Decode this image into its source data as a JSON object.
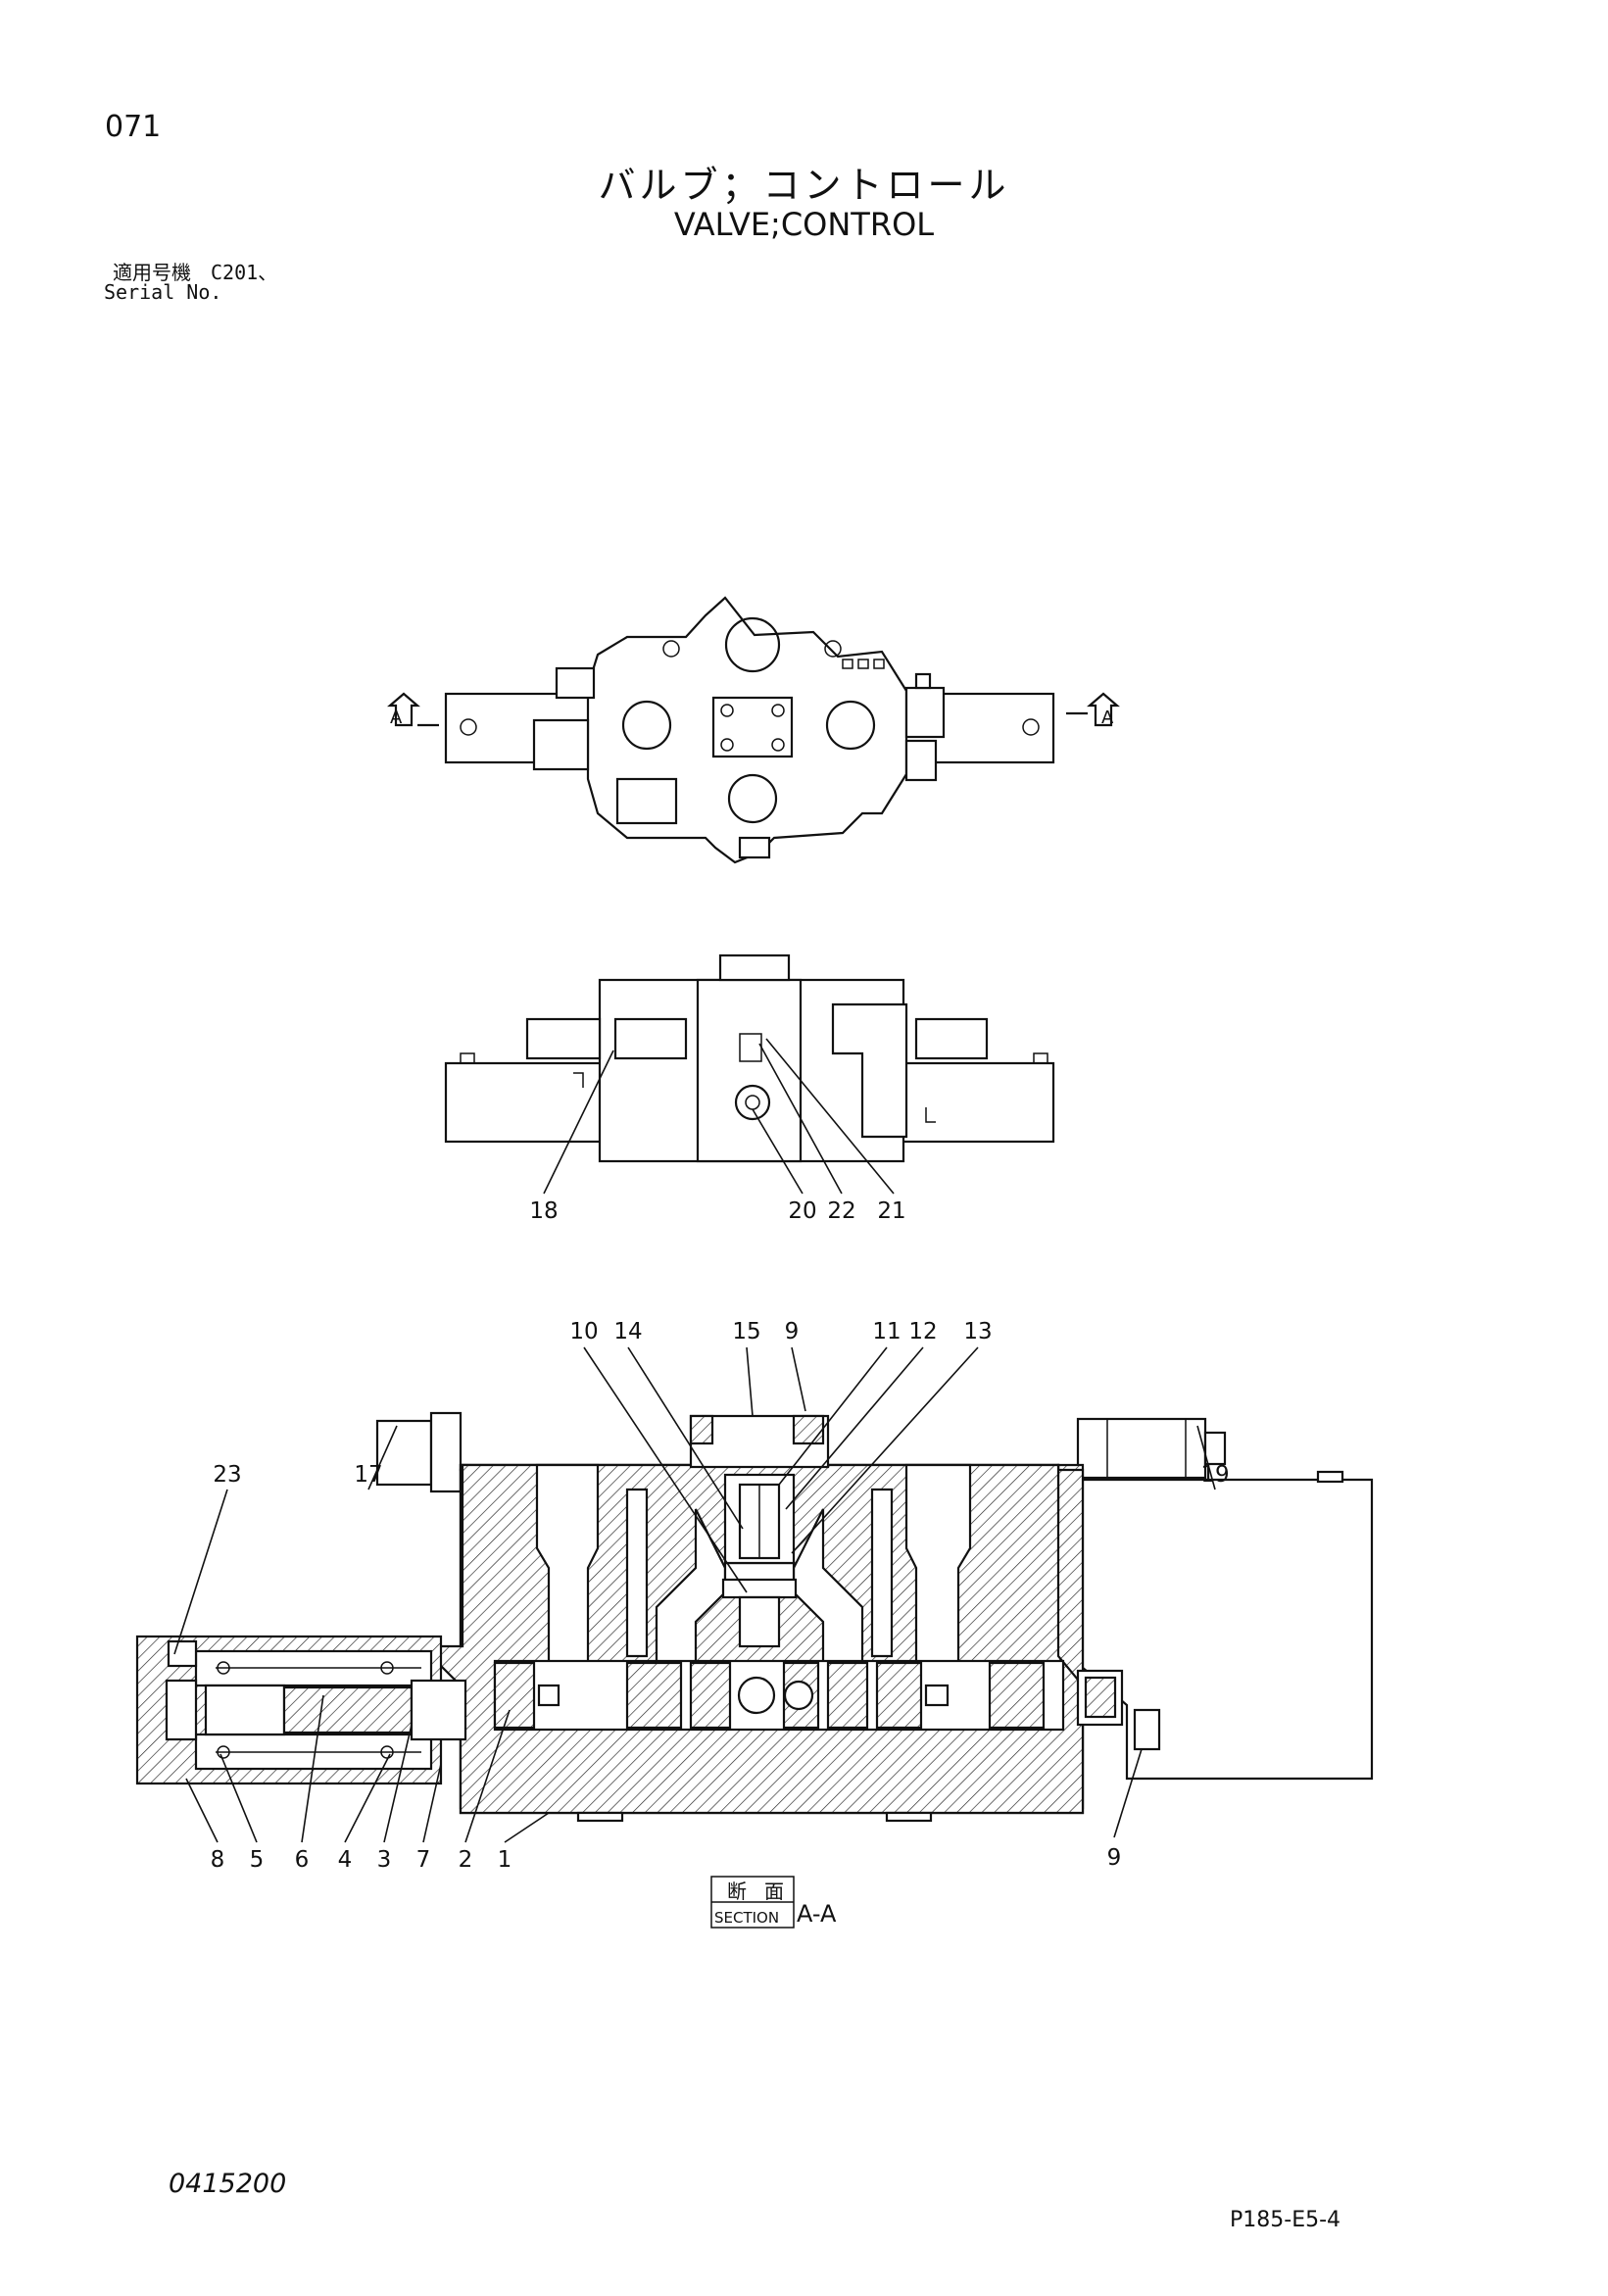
{
  "header": {
    "page_number": "071",
    "title_ja": "バルブ；コントロール",
    "title_en": "VALVE;CONTROL",
    "applicable_label": "適用号機　C201、",
    "serial_label": "Serial No."
  },
  "view_markers": {
    "left": "A",
    "right": "A"
  },
  "middle_view_callouts": [
    "18",
    "20",
    "22",
    "21"
  ],
  "section_view_callouts_top": [
    "10",
    "14",
    "15",
    "9",
    "11",
    "12",
    "13"
  ],
  "section_view_callouts_side": [
    "23",
    "17",
    "19"
  ],
  "section_view_callouts_bottom": [
    "8",
    "5",
    "6",
    "4",
    "3",
    "7",
    "2",
    "1",
    "9"
  ],
  "section_label": {
    "ja_1": "断",
    "ja_2": "面",
    "en": "SECTION",
    "suffix": "A-A"
  },
  "footer": {
    "document_code": "0415200",
    "page_code": "P185-E5-4"
  }
}
